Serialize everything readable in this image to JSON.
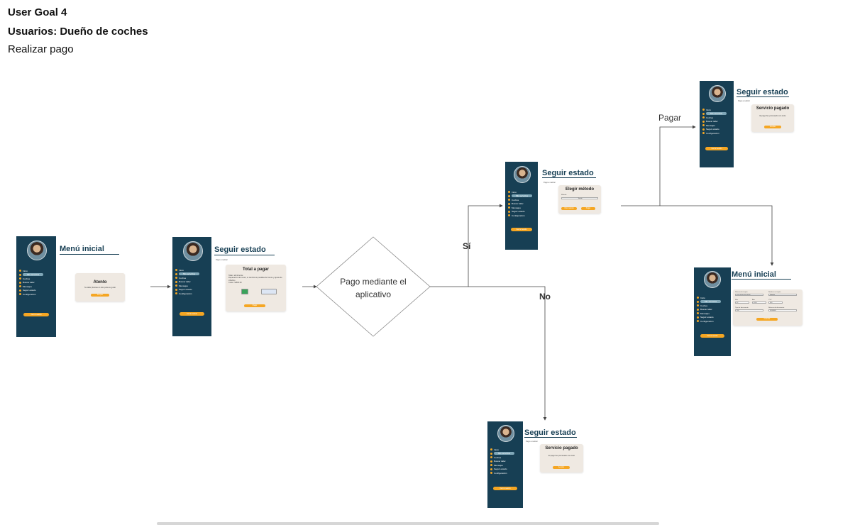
{
  "header": {
    "title": "User Goal 4",
    "users": "Usuarios: Dueño de coches",
    "goal": "Realizar pago"
  },
  "decision": {
    "label": "Pago mediante el aplicativo"
  },
  "edges": {
    "yes": "Sí",
    "no": "No",
    "pay": "Pagar"
  },
  "nav_items": [
    "Inicio",
    "Mis servicios",
    "Coches",
    "Buscar taller",
    "Mensajes",
    "Seguir estado",
    "Configuración"
  ],
  "logout_label": "Cerrar sesión",
  "screens": {
    "menu1": {
      "title": "Menú inicial",
      "card_title": "Atento",
      "card_text": "Su taller plantea un rato para su gusto",
      "button": "Aceptar"
    },
    "estado1": {
      "title": "Seguir estado",
      "subtitle": "Pago a realizar",
      "card_title": "Total a pagar",
      "card_text": "Taller: abcdmonte\nReparación del motor, el cambio de pastillas de frenos y ajuste de cilindros\nCosto: S/800.00",
      "button": "Pagar"
    },
    "metodo": {
      "title": "Seguir estado",
      "subtitle": "Pago a realizar",
      "card_title": "Elegir método",
      "field_label": "Método",
      "field_value": "Tarjeta",
      "button_a": "Otro método",
      "button_b": "Pagar"
    },
    "pagado_top": {
      "title": "Seguir estado",
      "subtitle": "Pago a realizar",
      "card_title": "Servicio pagado",
      "card_text": "El pago fue procesado con éxito",
      "button": "Aceptar"
    },
    "menu2": {
      "title": "Menú inicial",
      "labels": [
        "Número de tarjeta",
        "Nombre en tarjeta",
        "Mes",
        "Año",
        "CVV",
        "Tipo de documento",
        "Número de documento"
      ],
      "values": [
        "0000 0000 0000 0000",
        "Nombre",
        "00",
        "0000",
        "000",
        "DNI",
        "00000000"
      ],
      "button": "Guardar"
    },
    "pagado_bottom": {
      "title": "Seguir estado",
      "subtitle": "Pago a realizar",
      "card_title": "Servicio pagado",
      "card_text": "El pago fue procesado con éxito",
      "button": "Aceptar"
    }
  }
}
